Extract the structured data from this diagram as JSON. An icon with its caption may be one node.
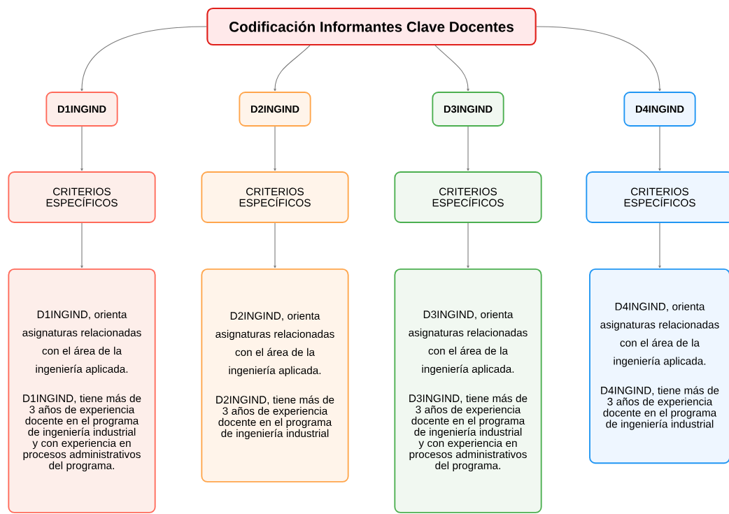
{
  "diagram": {
    "nodes": [
      {
        "text": [
          "Codificación Informantes Clave Docentes"
        ]
      },
      {
        "text": [
          "D1INGIND"
        ]
      },
      {
        "text": [
          "D2INGIND"
        ]
      },
      {
        "text": [
          "D3INGIND"
        ]
      },
      {
        "text": [
          "D4INGIND"
        ]
      },
      {
        "text": [
          "CRITERIOS ESPECÍFICOS"
        ]
      },
      {
        "text": [
          "CRITERIOS ESPECÍFICOS"
        ]
      },
      {
        "text": [
          "CRITERIOS ESPECÍFICOS"
        ]
      },
      {
        "text": [
          "CRITERIOS ESPECÍFICOS"
        ]
      },
      {
        "text": [
          "D1INGIND, orienta asignaturas relacionadas con el área de la ingeniería aplicada.",
          "D1INGIND, tiene más de 3 años de experiencia docente en el programa de ingeniería industrial y con experiencia en procesos administrativos del programa."
        ]
      },
      {
        "text": [
          "D2INGIND, orienta asignaturas relacionadas con el área de la ingeniería aplicada.",
          "D2INGIND, tiene más de 3 años de experiencia docente en el programa de ingeniería industrial"
        ]
      },
      {
        "text": [
          "D3INGIND, orienta asignaturas relacionadas con el área de la ingeniería aplicada.",
          "D3INGIND, tiene más de 3 años de experiencia docente en el programa de ingeniería industrial y con experiencia en procesos administrativos del programa."
        ]
      },
      {
        "text": [
          "D4INGIND, orienta asignaturas relacionadas con el área de la ingeniería aplicada.",
          "D4INGIND, tiene más de 3 años de experiencia docente en el programa de ingeniería industrial"
        ]
      }
    ],
    "edges": [
      {
        "from": 0,
        "to": 1,
        "arrow": "to"
      },
      {
        "from": 0,
        "to": 2,
        "arrow": "to"
      },
      {
        "from": 0,
        "to": 3,
        "arrow": "to"
      },
      {
        "from": 0,
        "to": 4,
        "arrow": "to"
      },
      {
        "from": 1,
        "to": 5,
        "arrow": "to"
      },
      {
        "from": 2,
        "to": 6,
        "arrow": "to"
      },
      {
        "from": 3,
        "to": 7,
        "arrow": "to"
      },
      {
        "from": 4,
        "to": 8,
        "arrow": "to"
      },
      {
        "from": 5,
        "to": 9,
        "arrow": "to"
      },
      {
        "from": 6,
        "to": 10,
        "arrow": "to"
      },
      {
        "from": 7,
        "to": 11,
        "arrow": "to"
      },
      {
        "from": 8,
        "to": 12,
        "arrow": "to"
      }
    ]
  }
}
